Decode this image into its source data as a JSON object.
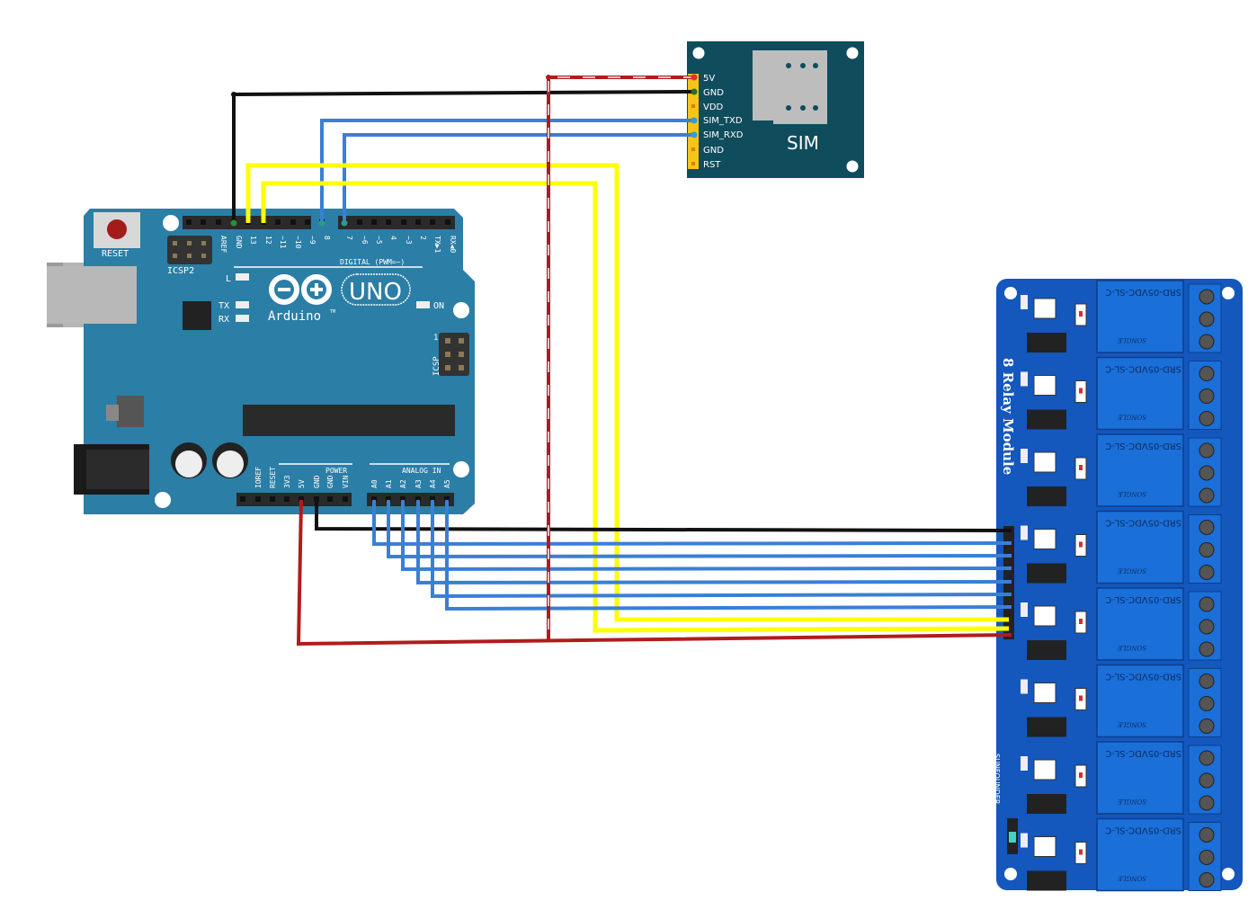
{
  "arduino": {
    "reset_label": "RESET",
    "icsp2_label": "ICSP2",
    "icsp_label": "ICSP",
    "icsp_pin1": "1",
    "digital_label": "DIGITAL (PWM=~)",
    "digital_pins": [
      "AREF",
      "GND",
      "13",
      "12",
      "~11",
      "~10",
      "~9",
      "8",
      "7",
      "~6",
      "~5",
      "4",
      "~3",
      "2",
      "TX▶1",
      "RX◀0"
    ],
    "led_l": "L",
    "led_tx": "TX",
    "led_rx": "RX",
    "led_on": "ON",
    "brand": "Arduino",
    "tm": "TM",
    "model": "UNO",
    "power_label": "POWER",
    "power_pins": [
      "IOREF",
      "RESET",
      "3V3",
      "5V",
      "GND",
      "GND",
      "VIN"
    ],
    "analog_label": "ANALOG IN",
    "analog_pins": [
      "A0",
      "A1",
      "A2",
      "A3",
      "A4",
      "A5"
    ],
    "color": "#2b7ea6"
  },
  "sim_module": {
    "pins": [
      "5V",
      "GND",
      "VDD",
      "SIM_TXD",
      "SIM_RXD",
      "GND",
      "RST"
    ],
    "label": "SIM",
    "color": "#0f4c5c"
  },
  "relay_module": {
    "title": "8 Relay Module",
    "relay_text": "SRD-05VDC-SL-C",
    "relay_brand": "SONGLE",
    "maker": "SUNFOUNDER",
    "color": "#1457bd"
  },
  "wire_colors": {
    "power": "#b01c1c",
    "ground": "#111111",
    "signal_blue": "#3a7fd6",
    "signal_yellow": "#ffff00"
  }
}
